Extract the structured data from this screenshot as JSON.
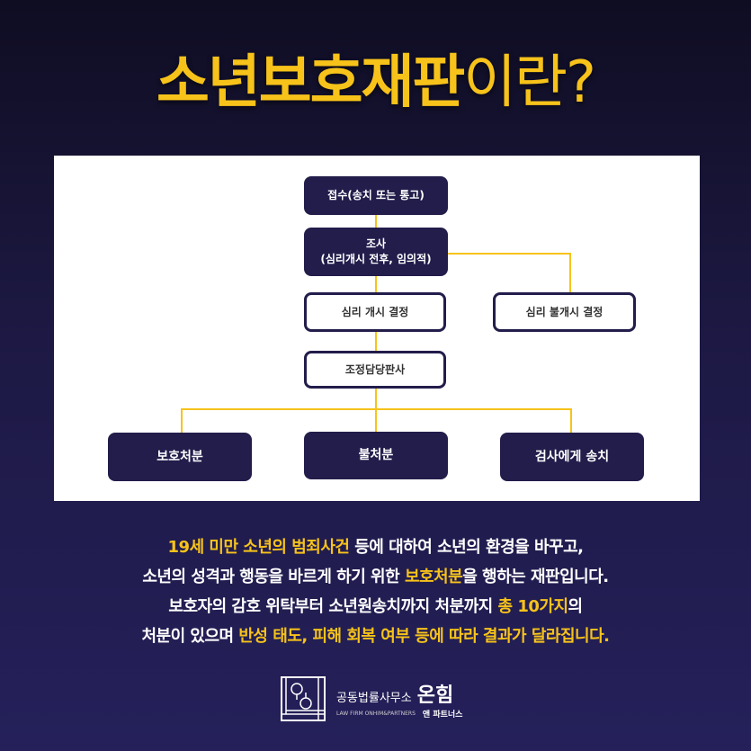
{
  "title": {
    "bold": "소년보호재판",
    "light": "이란?"
  },
  "flow": {
    "intake": "접수(송치 또는 통고)",
    "investigation": "조사",
    "investigation_sub": "(심리개시 전후, 임의적)",
    "trial_start": "심리 개시 결정",
    "trial_no_start": "심리 불개시 결정",
    "mediation_judge": "조정담당판사",
    "protective_disposition": "보호처분",
    "no_disposition": "불처분",
    "prosecutor_transfer": "검사에게 송치"
  },
  "body": {
    "lines": [
      [
        {
          "t": "19세 미만 소년의 범죄사건",
          "h": true
        },
        {
          "t": " 등에 대하여 소년의 환경을 바꾸고,",
          "h": false
        }
      ],
      [
        {
          "t": "소년의 성격과 행동을 바르게 하기 위한 ",
          "h": false
        },
        {
          "t": "보호처분",
          "h": true
        },
        {
          "t": "을 행하는 재판입니다.",
          "h": false
        }
      ],
      [
        {
          "t": "보호자의 감호 위탁부터 소년원송치까지 처분까지 ",
          "h": false
        },
        {
          "t": "총 10가지",
          "h": true
        },
        {
          "t": "의",
          "h": false
        }
      ],
      [
        {
          "t": "처분이 있으며 ",
          "h": false
        },
        {
          "t": "반성 태도, 피해 회복 여부 등에 따라 결과가 달라집니다.",
          "h": true
        }
      ]
    ]
  },
  "logo": {
    "firm": "공동법률사무소",
    "name": "온힘",
    "english": "LAW FIRM ONHIM&PARTNERS",
    "partners": "앤 파트너스"
  }
}
